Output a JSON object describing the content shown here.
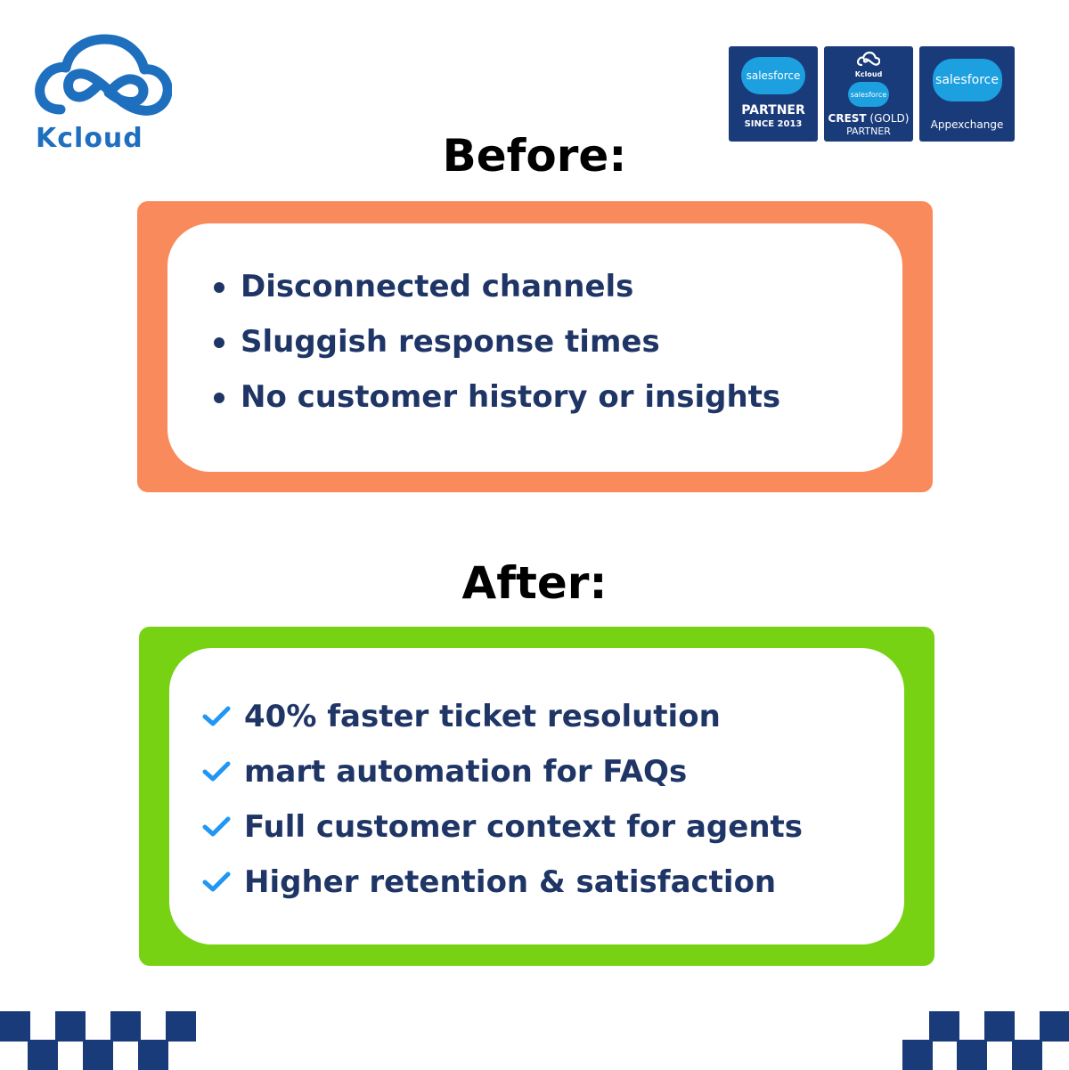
{
  "brand": {
    "logo_text": "Kcloud"
  },
  "badges": [
    {
      "cloud": "salesforce",
      "line1": "PARTNER",
      "line2": "SINCE 2013"
    },
    {
      "mini_logo": "Kcloud",
      "cloud": "salesforce",
      "line1_bold": "CREST",
      "line1_rest": " (GOLD)",
      "line2": "PARTNER"
    },
    {
      "cloud": "salesforce",
      "line1": "Appexchange"
    }
  ],
  "before": {
    "title": "Before:",
    "items": [
      "Disconnected channels",
      "Sluggish response times",
      "No customer history or insights"
    ]
  },
  "after": {
    "title": "After:",
    "items": [
      "40% faster ticket resolution",
      "mart automation for FAQs",
      "Full customer context for agents",
      "Higher retention & satisfaction"
    ]
  },
  "colors": {
    "before_panel": "#f98a5c",
    "after_panel": "#76d212",
    "text": "#1e3566",
    "brand": "#1f6fbf",
    "badge_bg": "#1a3b7a",
    "check": "#2196f3"
  }
}
